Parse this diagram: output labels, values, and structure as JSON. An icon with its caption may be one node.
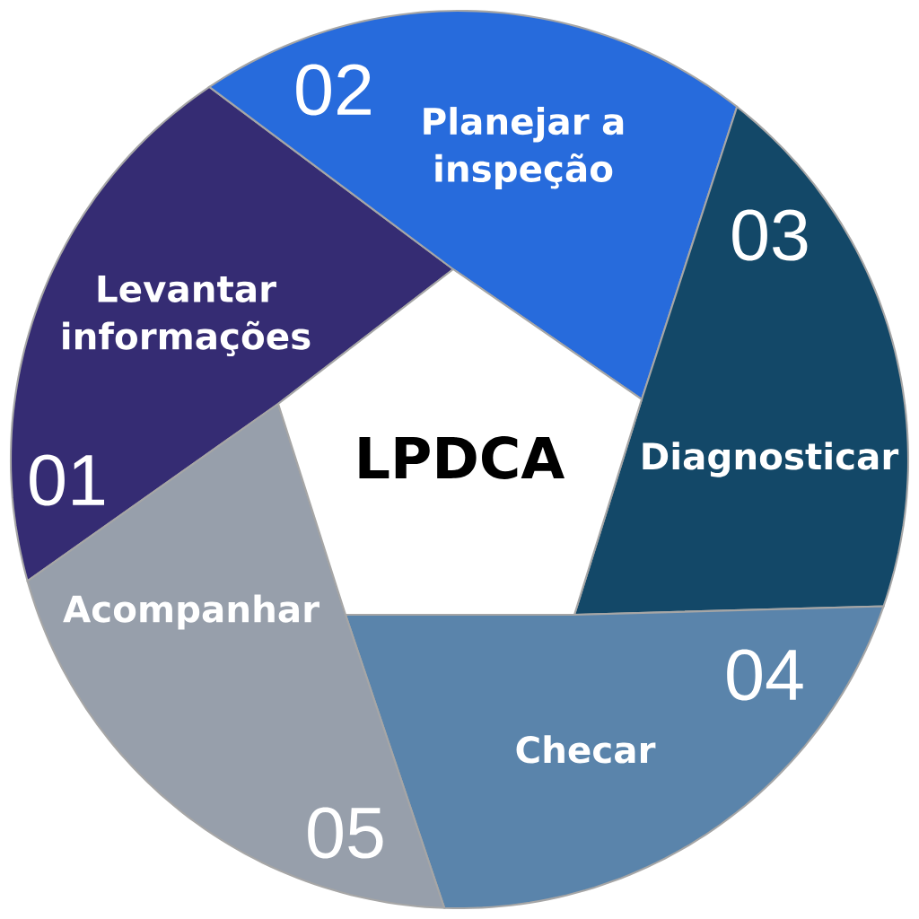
{
  "diagram": {
    "nodes": [
      {
        "text": [
          "Levantar informações",
          "01"
        ]
      },
      {
        "text": [
          "02",
          "Planejar a inspeção"
        ]
      },
      {
        "text": [
          "03",
          "Diagnosticar"
        ]
      },
      {
        "text": [
          "04",
          "Checar"
        ]
      },
      {
        "text": [
          "Acompanhar",
          "05"
        ]
      },
      {
        "text": [
          "LPDCA"
        ]
      }
    ]
  }
}
